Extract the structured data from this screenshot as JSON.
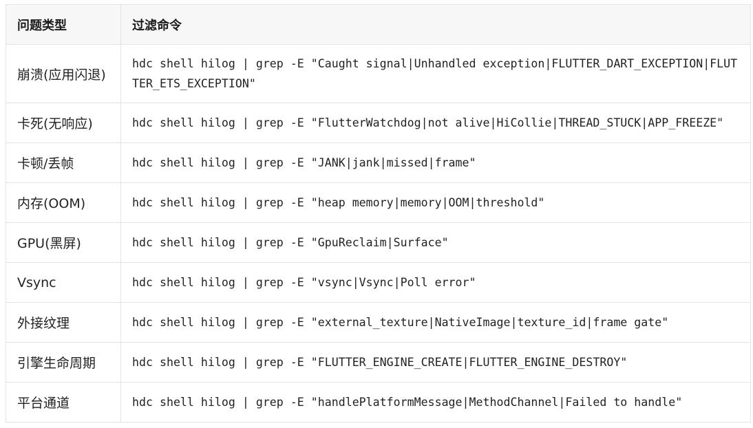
{
  "table": {
    "headers": [
      "问题类型",
      "过滤命令"
    ],
    "rows": [
      {
        "type": "崩溃(应用闪退)",
        "command": "hdc shell hilog | grep -E \"Caught signal|Unhandled exception|FLUTTER_DART_EXCEPTION|FLUTTER_ETS_EXCEPTION\""
      },
      {
        "type": "卡死(无响应)",
        "command": "hdc shell hilog | grep -E \"FlutterWatchdog|not alive|HiCollie|THREAD_STUCK|APP_FREEZE\""
      },
      {
        "type": "卡顿/丢帧",
        "command": "hdc shell hilog | grep -E \"JANK|jank|missed|frame\""
      },
      {
        "type": "内存(OOM)",
        "command": "hdc shell hilog | grep -E \"heap memory|memory|OOM|threshold\""
      },
      {
        "type": "GPU(黑屏)",
        "command": "hdc shell hilog | grep -E \"GpuReclaim|Surface\""
      },
      {
        "type": "Vsync",
        "command": "hdc shell hilog | grep -E \"vsync|Vsync|Poll error\""
      },
      {
        "type": "外接纹理",
        "command": "hdc shell hilog | grep -E \"external_texture|NativeImage|texture_id|frame gate\""
      },
      {
        "type": "引擎生命周期",
        "command": "hdc shell hilog | grep -E \"FLUTTER_ENGINE_CREATE|FLUTTER_ENGINE_DESTROY\""
      },
      {
        "type": "平台通道",
        "command": "hdc shell hilog | grep -E \"handlePlatformMessage|MethodChannel|Failed to handle\""
      }
    ]
  }
}
